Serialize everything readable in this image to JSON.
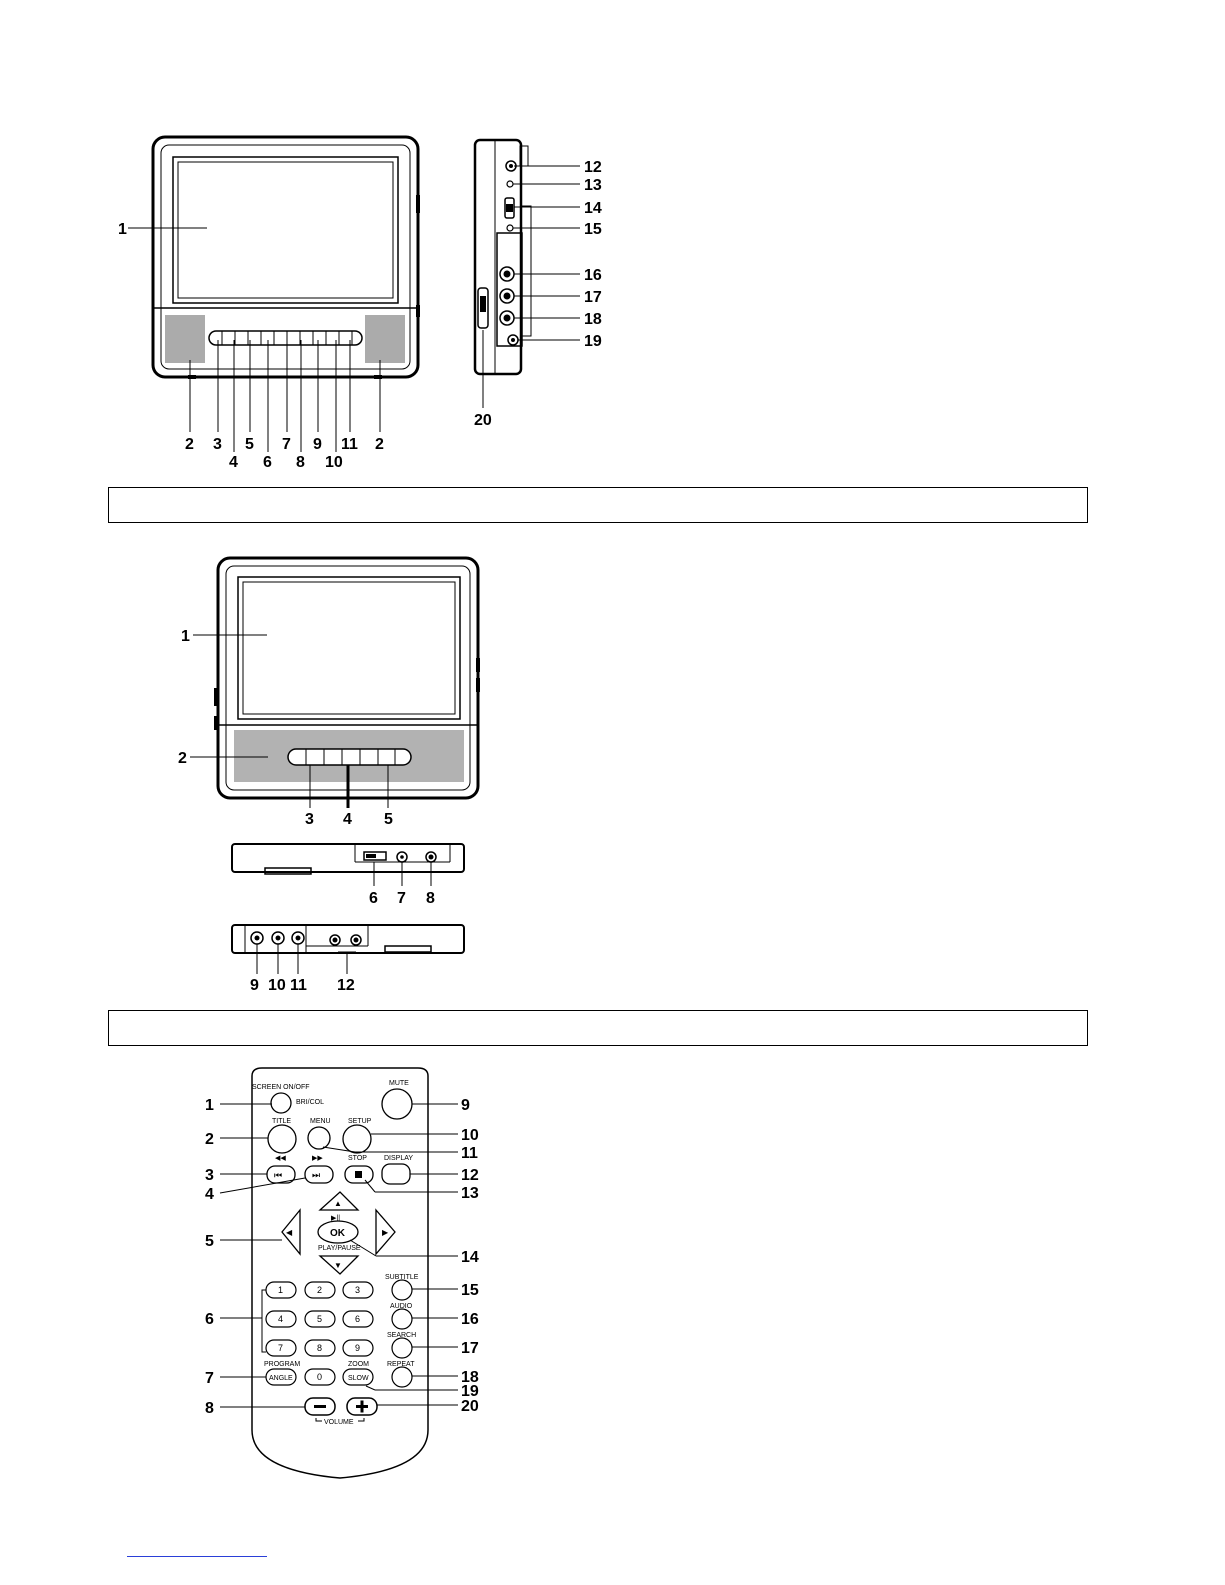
{
  "main_unit": {
    "front_callouts": [
      "1",
      "2",
      "3",
      "4",
      "5",
      "6",
      "7",
      "8",
      "9",
      "10",
      "11",
      "2"
    ],
    "side_callouts": [
      "12",
      "13",
      "14",
      "15",
      "16",
      "17",
      "18",
      "19",
      "20"
    ]
  },
  "section_box_1": {
    "text": ""
  },
  "second_unit": {
    "front_callouts": [
      "1",
      "2",
      "3",
      "4",
      "5"
    ],
    "top_callouts": [
      "6",
      "7",
      "8"
    ],
    "bottom_callouts": [
      "9",
      "10",
      "11",
      "12"
    ]
  },
  "section_box_2": {
    "text": ""
  },
  "remote": {
    "labels": {
      "screen_on_off": "SCREEN ON/OFF",
      "bri_col": "BRI/COL",
      "mute": "MUTE",
      "title": "TITLE",
      "menu": "MENU",
      "setup": "SETUP",
      "stop": "STOP",
      "display": "DISPLAY",
      "ok": "OK",
      "play_pause": "PLAY/PAUSE",
      "subtitle": "SUBTITLE",
      "audio": "AUDIO",
      "search": "SEARCH",
      "program": "PROGRAM",
      "angle": "ANGLE",
      "zoom": "ZOOM",
      "slow": "SLOW",
      "repeat": "REPEAT",
      "volume": "VOLUME"
    },
    "digits": [
      "1",
      "2",
      "3",
      "4",
      "5",
      "6",
      "7",
      "8",
      "9",
      "0"
    ],
    "left_callouts": [
      "1",
      "2",
      "3",
      "4",
      "5",
      "6",
      "7",
      "8"
    ],
    "right_callouts": [
      "9",
      "10",
      "11",
      "12",
      "13",
      "14",
      "15",
      "16",
      "17",
      "18",
      "19",
      "20"
    ]
  }
}
